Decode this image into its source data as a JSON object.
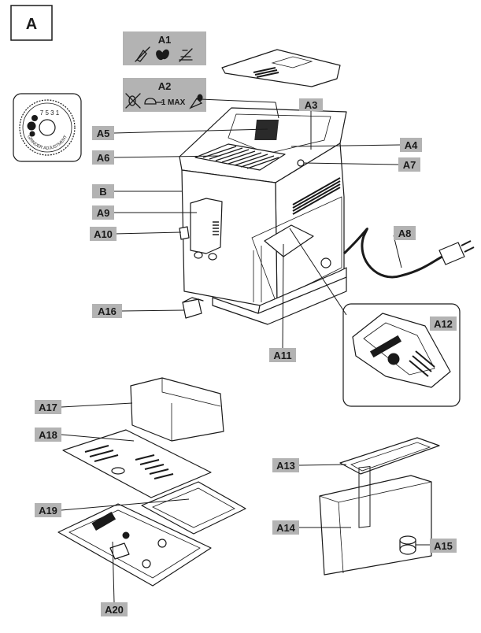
{
  "figure_letter": "A",
  "grinder_dial": {
    "caption": "GRINDER ADJUSTMENT",
    "numbers": "7 5 3 1"
  },
  "legend_a1": {
    "label": "A1"
  },
  "legend_a2": {
    "label": "A2",
    "quantity_text": "1 MAX"
  },
  "callouts": {
    "a3": "A3",
    "a4": "A4",
    "a5": "A5",
    "a6": "A6",
    "a7": "A7",
    "b": "B",
    "a9": "A9",
    "a10": "A10",
    "a8": "A8",
    "a16": "A16",
    "a11": "A11",
    "a12": "A12",
    "a17": "A17",
    "a18": "A18",
    "a19": "A19",
    "a20": "A20",
    "a13": "A13",
    "a14": "A14",
    "a15": "A15"
  },
  "icons": {
    "a1": [
      "no-ground-coffee-icon",
      "coffee-beans-icon",
      "no-liquid-icon"
    ],
    "a2": [
      "no-beans-icon",
      "measuring-scoop-icon",
      "ground-coffee-icon"
    ]
  }
}
